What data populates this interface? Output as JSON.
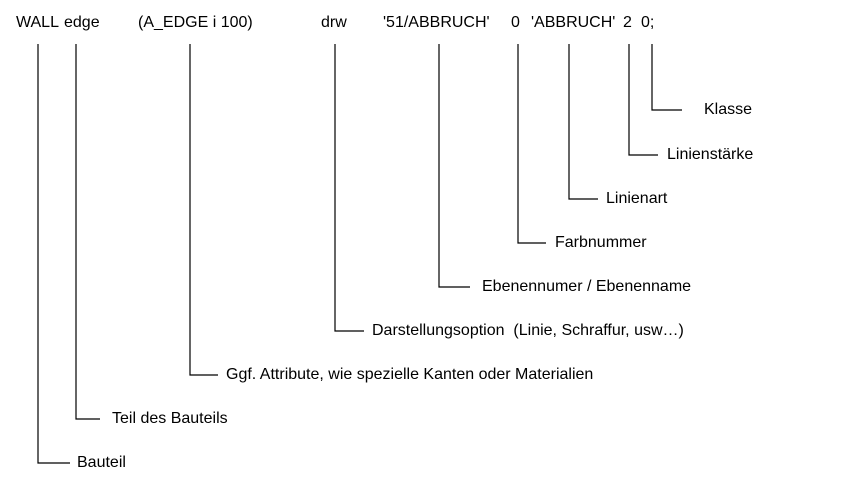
{
  "statement": {
    "wall": "WALL",
    "edge": "edge",
    "attr": "(A_EDGE i 100)",
    "option": "drw",
    "layer": "'51/ABBRUCH'",
    "color": "0",
    "linetype": "'ABBRUCH'",
    "lineweight": "2",
    "klasse": "0;"
  },
  "labels": {
    "klasse": "Klasse",
    "linienstaerke": "Linienstärke",
    "linienart": "Linienart",
    "farbnummer": "Farbnummer",
    "ebene": "Ebenennumer / Ebenenname",
    "darstellung": "Darstellungsoption  (Linie, Schraffur, usw…)",
    "attribute": "Ggf. Attribute, wie spezielle Kanten oder Materialien",
    "teil": "Teil des Bauteils",
    "bauteil": "Bauteil"
  }
}
